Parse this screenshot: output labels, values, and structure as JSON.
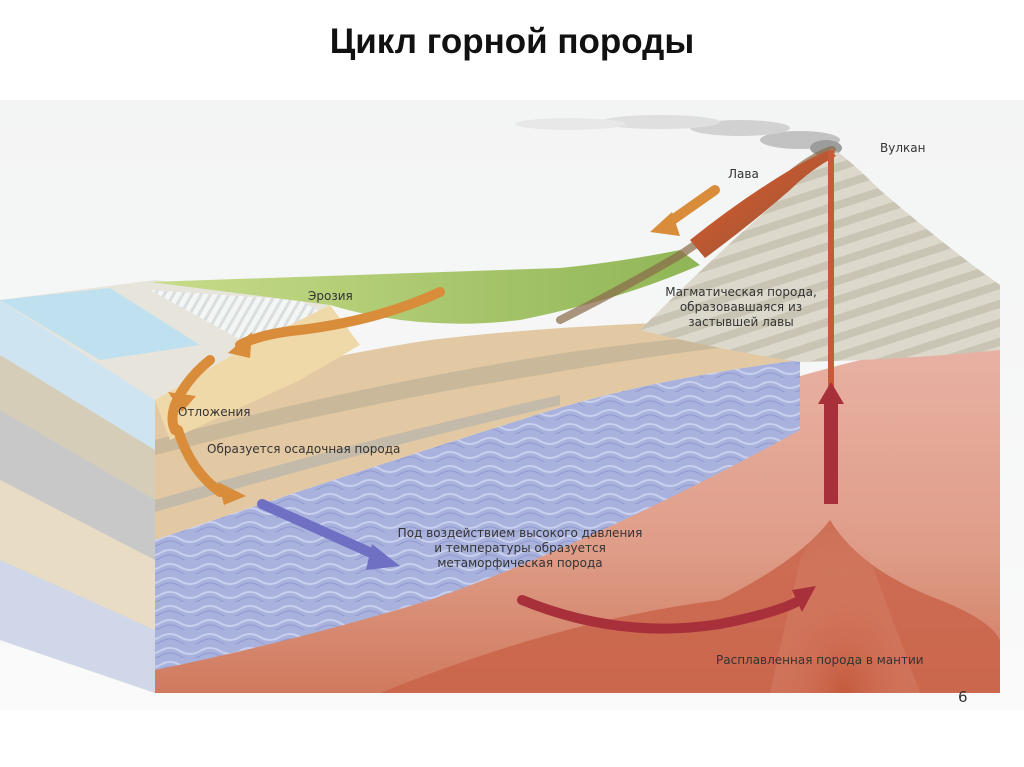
{
  "title": "Цикл горной породы",
  "labels": {
    "volcano": "Вулкан",
    "lava": "Лава",
    "erosion": "Эрозия",
    "igneous_lines": [
      "Магматическая порода,",
      "образовавшаяся из",
      "застывшей лавы"
    ],
    "deposits": "Отложения",
    "sedimentary": "Образуется осадочная порода",
    "metamorphic_lines": [
      "Под воздействием высокого давления",
      "и температуры образуется",
      "метаморфическая порода"
    ],
    "mantle": "Расплавленная порода в мантии"
  },
  "page_number": "6",
  "colors": {
    "erosion_arrow": "#d98c3a",
    "metamorphic_arrow": "#6f6fc4",
    "magma_arrow": "#a8303a",
    "lava": "#e0602a",
    "mantle": "#c9644a"
  }
}
